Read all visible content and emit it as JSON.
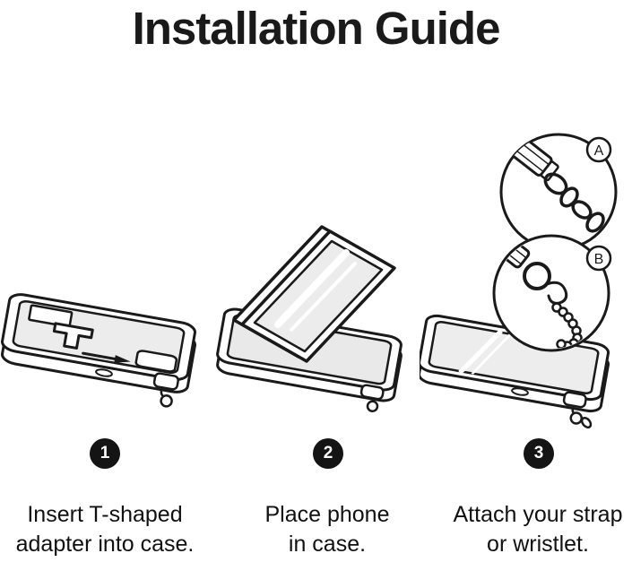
{
  "title": "Installation Guide",
  "steps": [
    {
      "number": "1",
      "caption_line1": "Insert T-shaped",
      "caption_line2": "adapter into case."
    },
    {
      "number": "2",
      "caption_line1": "Place phone",
      "caption_line2": "in case."
    },
    {
      "number": "3",
      "caption_line1": "Attach your strap",
      "caption_line2": "or wristlet."
    }
  ],
  "callouts": [
    {
      "label": "A"
    },
    {
      "label": "B"
    }
  ],
  "colors": {
    "ink": "#1a1a1a",
    "screen_gray": "#ececec",
    "white": "#ffffff"
  }
}
